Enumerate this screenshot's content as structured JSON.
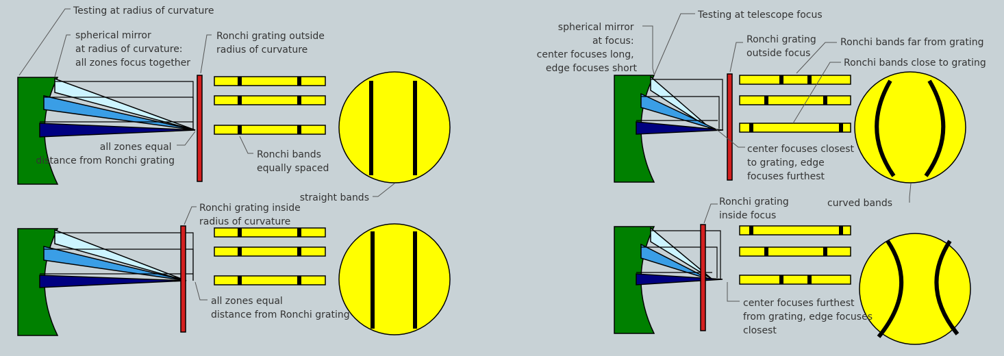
{
  "colors": {
    "background": "#c8d2d6",
    "mirror": "#008000",
    "grating": "#d42020",
    "screen_yellow": "#ffff00",
    "zone_outer": "#ccf4ff",
    "zone_middle": "#3a9ee6",
    "zone_inner": "#000080"
  },
  "left_panel": {
    "title": "Testing at radius of curvature",
    "mirror_label": [
      "spherical mirror",
      "at radius of curvature:",
      "all zones focus together"
    ],
    "outside": {
      "grating_label": [
        "Ronchi grating outside",
        "radius of curvature"
      ],
      "zones_label": [
        "all zones equal",
        "distance from Ronchi grating"
      ],
      "bands_label": [
        "Ronchi bands",
        "equally spaced"
      ]
    },
    "bands_result_label": "straight bands",
    "inside": {
      "grating_label": [
        "Ronchi grating inside",
        "radius of curvature"
      ],
      "zones_label": [
        "all zones equal",
        "distance from Ronchi grating"
      ]
    }
  },
  "right_panel": {
    "title": "Testing at telescope focus",
    "mirror_label": [
      "spherical mirror",
      "at focus:",
      "center focuses long,",
      "edge focuses short"
    ],
    "outside": {
      "grating_label": [
        "Ronchi grating",
        "outside focus"
      ],
      "far_label": "Ronchi bands far from grating",
      "close_label": "Ronchi bands close to grating",
      "focus_label": [
        "center focuses closest",
        "to grating, edge",
        "focuses furthest"
      ]
    },
    "bands_result_label": "curved bands",
    "inside": {
      "grating_label": [
        "Ronchi grating",
        "inside focus"
      ],
      "focus_label": [
        "center focuses furthest",
        "from grating, edge focuses",
        "closest"
      ]
    }
  }
}
